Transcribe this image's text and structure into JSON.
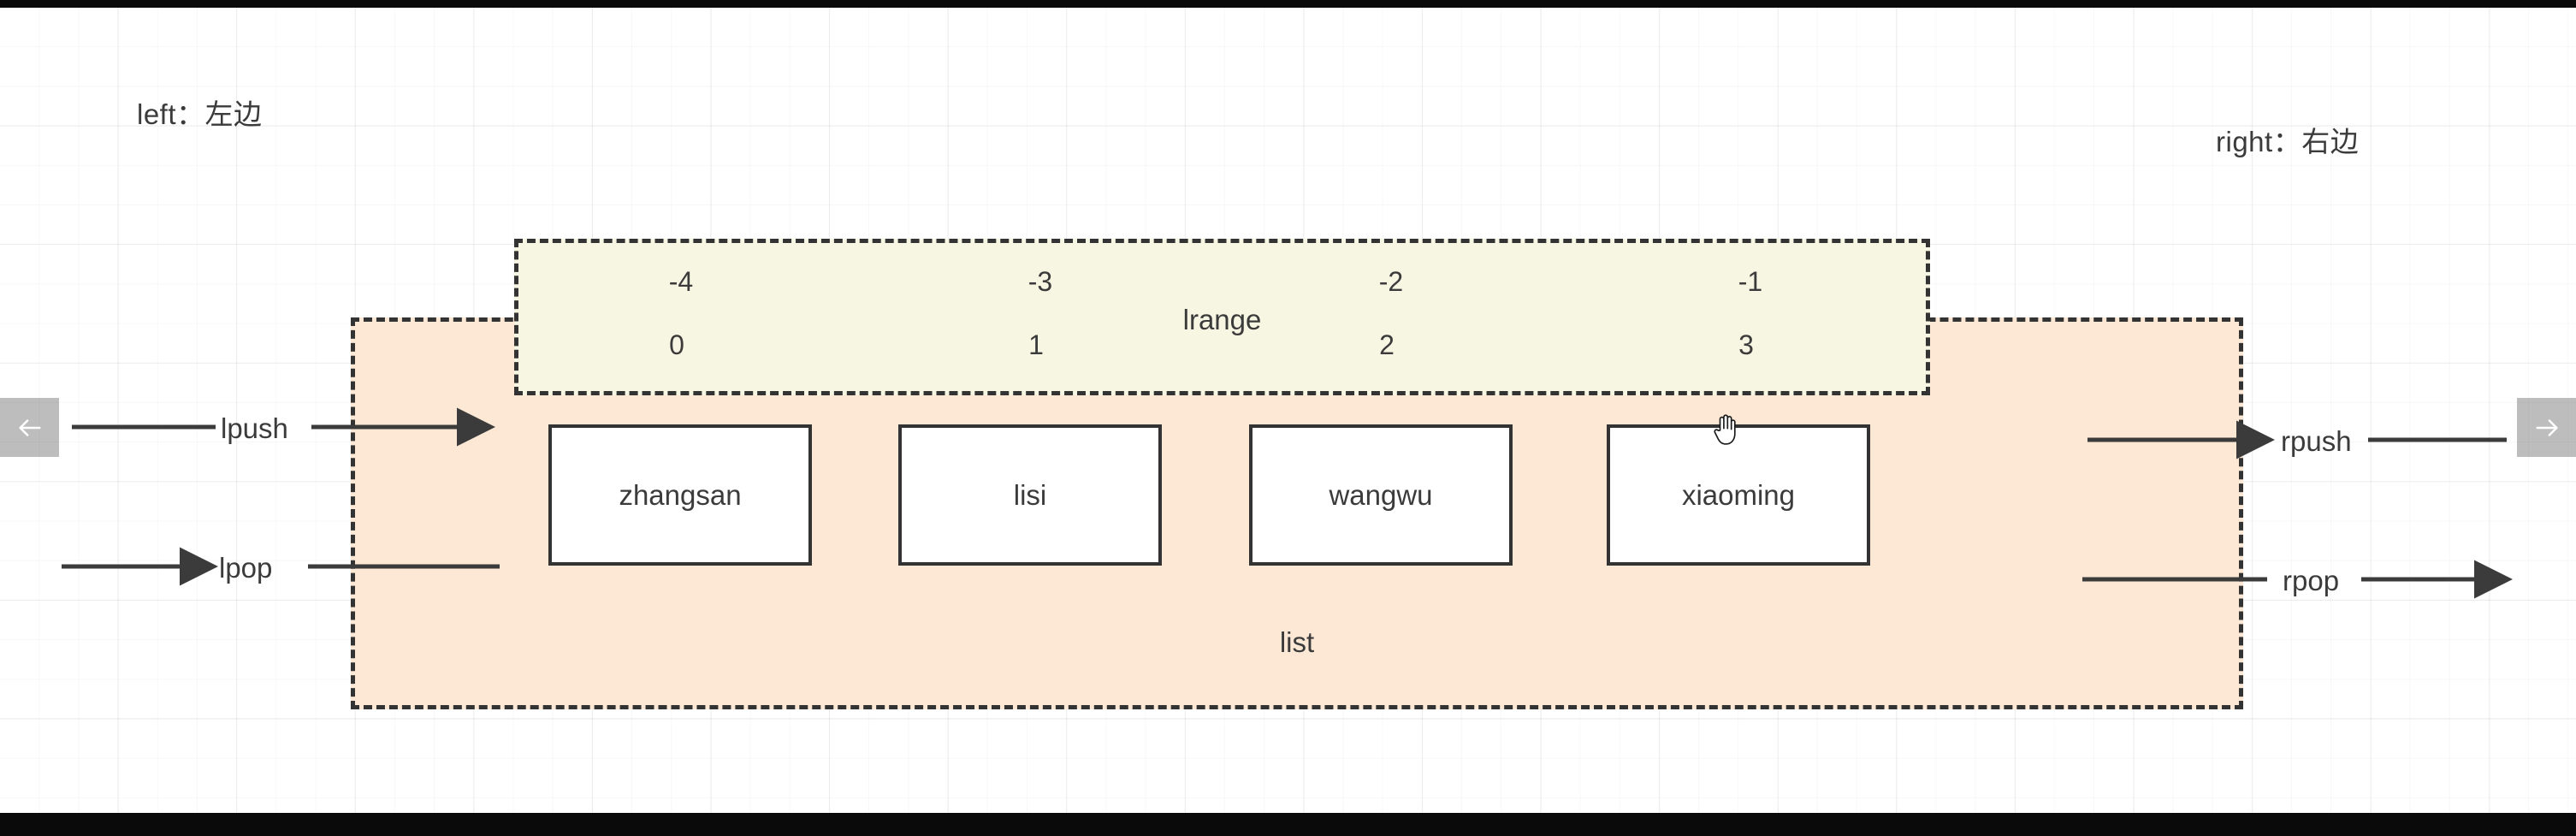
{
  "canvas": {
    "background": "#ffffff",
    "grid_color": "#ececec"
  },
  "labels": {
    "left": "left：左边",
    "right": "right：右边"
  },
  "lrange": {
    "caption": "lrange",
    "fill": "#f7f6e3",
    "border": "#333333",
    "negative_indices": [
      "-4",
      "-3",
      "-2",
      "-1"
    ],
    "positive_indices": [
      "0",
      "1",
      "2",
      "3"
    ]
  },
  "list": {
    "caption": "list",
    "fill": "#fce8d5",
    "border": "#333333",
    "items": [
      {
        "label": "zhangsan"
      },
      {
        "label": "lisi"
      },
      {
        "label": "wangwu"
      },
      {
        "label": "xiaoming"
      }
    ]
  },
  "operations": {
    "lpush": "lpush",
    "lpop": "lpop",
    "rpush": "rpush",
    "rpop": "rpop"
  },
  "nav": {
    "prev_icon": "arrow-left",
    "next_icon": "arrow-right"
  },
  "cursor": {
    "icon": "grab-hand-cursor"
  }
}
